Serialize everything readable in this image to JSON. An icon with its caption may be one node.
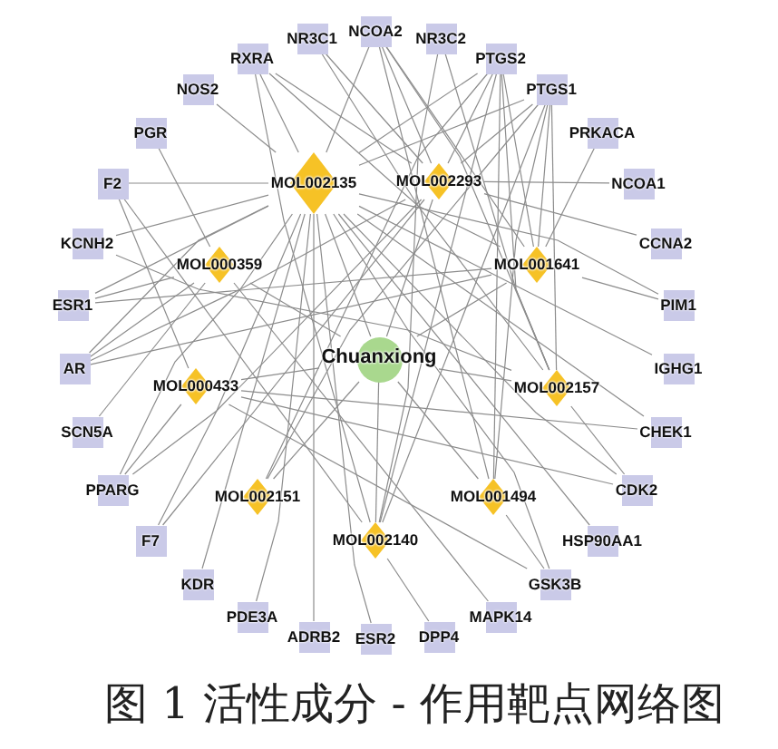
{
  "diagram": {
    "caption": "图 1 活性成分 - 作用靶点网络图",
    "nodes": [
      {
        "text": [
          "Chuanxiong"
        ]
      },
      {
        "text": [
          "MOL002135"
        ]
      },
      {
        "text": [
          "MOL002293"
        ]
      },
      {
        "text": [
          "MOL001641"
        ]
      },
      {
        "text": [
          "MOL002157"
        ]
      },
      {
        "text": [
          "MOL001494"
        ]
      },
      {
        "text": [
          "MOL002140"
        ]
      },
      {
        "text": [
          "MOL002151"
        ]
      },
      {
        "text": [
          "MOL000433"
        ]
      },
      {
        "text": [
          "MOL000359"
        ]
      },
      {
        "text": [
          "NR3C1"
        ]
      },
      {
        "text": [
          "NCOA2"
        ]
      },
      {
        "text": [
          "NR3C2"
        ]
      },
      {
        "text": [
          "PTGS2"
        ]
      },
      {
        "text": [
          "PTGS1"
        ]
      },
      {
        "text": [
          "PRKACA"
        ]
      },
      {
        "text": [
          "NCOA1"
        ]
      },
      {
        "text": [
          "CCNA2"
        ]
      },
      {
        "text": [
          "PIM1"
        ]
      },
      {
        "text": [
          "IGHG1"
        ]
      },
      {
        "text": [
          "CHEK1"
        ]
      },
      {
        "text": [
          "CDK2"
        ]
      },
      {
        "text": [
          "HSP90AA1"
        ]
      },
      {
        "text": [
          "GSK3B"
        ]
      },
      {
        "text": [
          "MAPK14"
        ]
      },
      {
        "text": [
          "DPP4"
        ]
      },
      {
        "text": [
          "ESR2"
        ]
      },
      {
        "text": [
          "ADRB2"
        ]
      },
      {
        "text": [
          "PDE3A"
        ]
      },
      {
        "text": [
          "KDR"
        ]
      },
      {
        "text": [
          "F7"
        ]
      },
      {
        "text": [
          "PPARG"
        ]
      },
      {
        "text": [
          "SCN5A"
        ]
      },
      {
        "text": [
          "AR"
        ]
      },
      {
        "text": [
          "ESR1"
        ]
      },
      {
        "text": [
          "KCNH2"
        ]
      },
      {
        "text": [
          "F2"
        ]
      },
      {
        "text": [
          "PGR"
        ]
      },
      {
        "text": [
          "NOS2"
        ]
      },
      {
        "text": [
          "RXRA"
        ]
      }
    ],
    "edges": [
      {
        "from": 0,
        "to": 1,
        "arrow": "none"
      },
      {
        "from": 0,
        "to": 2,
        "arrow": "none"
      },
      {
        "from": 0,
        "to": 3,
        "arrow": "none"
      },
      {
        "from": 0,
        "to": 4,
        "arrow": "none"
      },
      {
        "from": 0,
        "to": 5,
        "arrow": "none"
      },
      {
        "from": 0,
        "to": 6,
        "arrow": "none"
      },
      {
        "from": 0,
        "to": 7,
        "arrow": "none"
      },
      {
        "from": 0,
        "to": 8,
        "arrow": "none"
      },
      {
        "from": 0,
        "to": 9,
        "arrow": "none"
      },
      {
        "from": 1,
        "to": 38,
        "arrow": "none"
      },
      {
        "from": 1,
        "to": 39,
        "arrow": "none"
      },
      {
        "from": 1,
        "to": 36,
        "arrow": "none"
      },
      {
        "from": 1,
        "to": 35,
        "arrow": "none"
      },
      {
        "from": 1,
        "to": 34,
        "arrow": "none"
      },
      {
        "from": 1,
        "to": 33,
        "arrow": "none"
      },
      {
        "from": 1,
        "to": 31,
        "arrow": "none"
      },
      {
        "from": 1,
        "to": 30,
        "arrow": "none"
      },
      {
        "from": 1,
        "to": 29,
        "arrow": "none"
      },
      {
        "from": 1,
        "to": 28,
        "arrow": "none"
      },
      {
        "from": 1,
        "to": 27,
        "arrow": "none"
      },
      {
        "from": 1,
        "to": 26,
        "arrow": "none"
      },
      {
        "from": 1,
        "to": 23,
        "arrow": "none"
      },
      {
        "from": 1,
        "to": 22,
        "arrow": "none"
      },
      {
        "from": 1,
        "to": 21,
        "arrow": "none"
      },
      {
        "from": 1,
        "to": 20,
        "arrow": "none"
      },
      {
        "from": 1,
        "to": 19,
        "arrow": "none"
      },
      {
        "from": 1,
        "to": 18,
        "arrow": "none"
      },
      {
        "from": 1,
        "to": 13,
        "arrow": "none"
      },
      {
        "from": 1,
        "to": 14,
        "arrow": "none"
      },
      {
        "from": 1,
        "to": 11,
        "arrow": "none"
      },
      {
        "from": 2,
        "to": 10,
        "arrow": "none"
      },
      {
        "from": 2,
        "to": 11,
        "arrow": "none"
      },
      {
        "from": 2,
        "to": 39,
        "arrow": "none"
      },
      {
        "from": 2,
        "to": 13,
        "arrow": "none"
      },
      {
        "from": 2,
        "to": 14,
        "arrow": "none"
      },
      {
        "from": 2,
        "to": 16,
        "arrow": "none"
      },
      {
        "from": 2,
        "to": 17,
        "arrow": "none"
      },
      {
        "from": 2,
        "to": 33,
        "arrow": "none"
      },
      {
        "from": 2,
        "to": 31,
        "arrow": "none"
      },
      {
        "from": 2,
        "to": 30,
        "arrow": "none"
      },
      {
        "from": 3,
        "to": 13,
        "arrow": "none"
      },
      {
        "from": 3,
        "to": 14,
        "arrow": "none"
      },
      {
        "from": 3,
        "to": 15,
        "arrow": "none"
      },
      {
        "from": 3,
        "to": 18,
        "arrow": "none"
      },
      {
        "from": 3,
        "to": 39,
        "arrow": "none"
      },
      {
        "from": 3,
        "to": 11,
        "arrow": "none"
      },
      {
        "from": 3,
        "to": 34,
        "arrow": "none"
      },
      {
        "from": 3,
        "to": 33,
        "arrow": "none"
      },
      {
        "from": 4,
        "to": 13,
        "arrow": "none"
      },
      {
        "from": 4,
        "to": 14,
        "arrow": "none"
      },
      {
        "from": 4,
        "to": 12,
        "arrow": "none"
      },
      {
        "from": 4,
        "to": 11,
        "arrow": "none"
      },
      {
        "from": 4,
        "to": 21,
        "arrow": "none"
      },
      {
        "from": 4,
        "to": 35,
        "arrow": "none"
      },
      {
        "from": 4,
        "to": 10,
        "arrow": "none"
      },
      {
        "from": 5,
        "to": 13,
        "arrow": "none"
      },
      {
        "from": 5,
        "to": 14,
        "arrow": "none"
      },
      {
        "from": 5,
        "to": 11,
        "arrow": "none"
      },
      {
        "from": 5,
        "to": 23,
        "arrow": "none"
      },
      {
        "from": 6,
        "to": 13,
        "arrow": "none"
      },
      {
        "from": 6,
        "to": 14,
        "arrow": "none"
      },
      {
        "from": 6,
        "to": 12,
        "arrow": "none"
      },
      {
        "from": 6,
        "to": 39,
        "arrow": "none"
      },
      {
        "from": 6,
        "to": 36,
        "arrow": "none"
      },
      {
        "from": 6,
        "to": 25,
        "arrow": "none"
      },
      {
        "from": 7,
        "to": 13,
        "arrow": "none"
      },
      {
        "from": 7,
        "to": 14,
        "arrow": "none"
      },
      {
        "from": 8,
        "to": 36,
        "arrow": "none"
      },
      {
        "from": 8,
        "to": 31,
        "arrow": "none"
      },
      {
        "from": 8,
        "to": 20,
        "arrow": "none"
      },
      {
        "from": 8,
        "to": 23,
        "arrow": "none"
      },
      {
        "from": 8,
        "to": 21,
        "arrow": "none"
      },
      {
        "from": 9,
        "to": 37,
        "arrow": "none"
      },
      {
        "from": 9,
        "to": 32,
        "arrow": "none"
      },
      {
        "from": 9,
        "to": 34,
        "arrow": "none"
      },
      {
        "from": 9,
        "to": 33,
        "arrow": "none"
      },
      {
        "from": 9,
        "to": 24,
        "arrow": "none"
      }
    ]
  }
}
